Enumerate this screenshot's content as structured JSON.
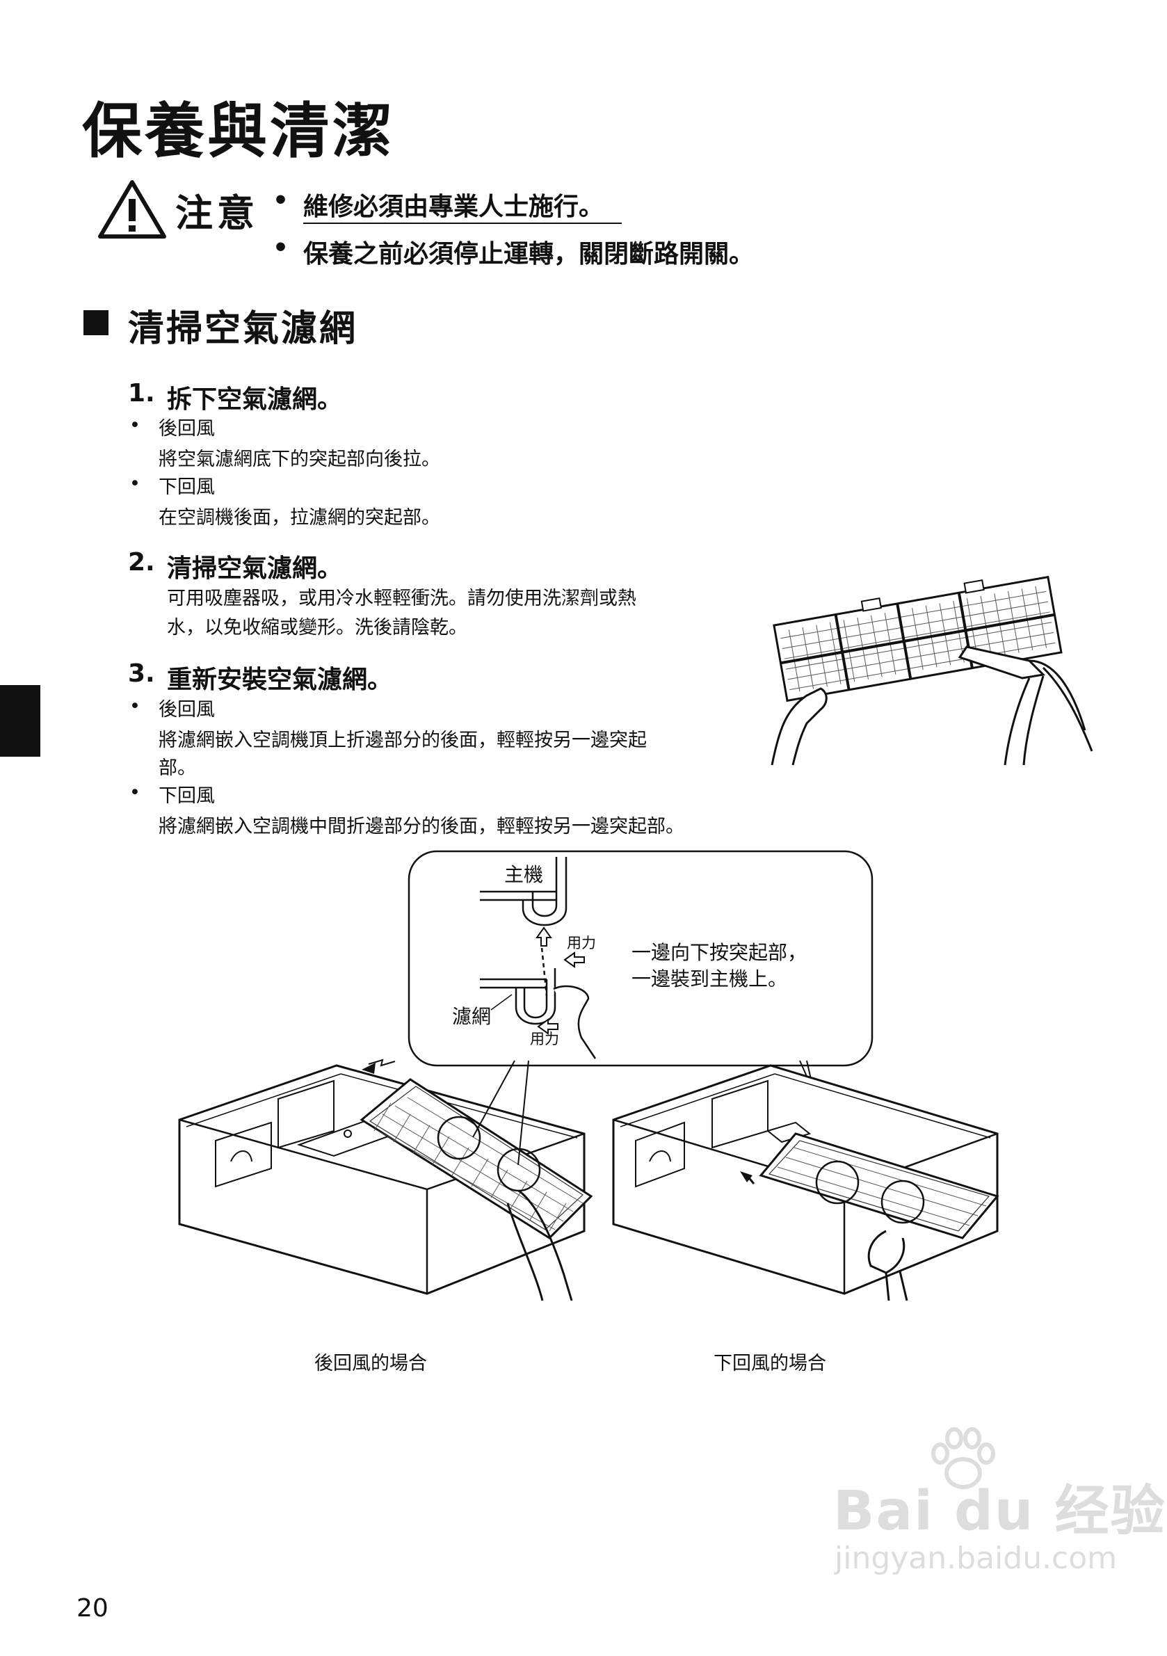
{
  "page": {
    "title": "保養與清潔",
    "page_number": "20"
  },
  "caution": {
    "label": "注意",
    "items": [
      "維修必須由專業人士施行。",
      "保養之前必須停止運轉，關閉斷路開關。"
    ]
  },
  "section": {
    "title": "清掃空氣濾網"
  },
  "steps": [
    {
      "number": "1.",
      "title": "拆下空氣濾網。",
      "bullets": [
        {
          "label": "後回風",
          "text": "將空氣濾網底下的突起部向後拉。"
        },
        {
          "label": "下回風",
          "text": "在空調機後面，拉濾網的突起部。"
        }
      ]
    },
    {
      "number": "2.",
      "title": "清掃空氣濾網。",
      "lines": [
        "可用吸塵器吸，或用冷水輕輕衝洗。請勿使用洗潔劑或熱",
        "水，以免收縮或變形。洗後請陰乾。"
      ]
    },
    {
      "number": "3.",
      "title": "重新安裝空氣濾網。",
      "bullets": [
        {
          "label": "後回風",
          "lines": [
            "將濾網嵌入空調機頂上折邊部分的後面，輕輕按另一邊突起",
            "部。"
          ]
        },
        {
          "label": "下回風",
          "lines": [
            "將濾網嵌入空調機中間折邊部分的後面，輕輕按另一邊突起部。"
          ]
        }
      ]
    }
  ],
  "detail": {
    "main_unit": "主機",
    "filter": "濾網",
    "force_1": "用力",
    "force_2": "用力",
    "instruction": [
      "一邊向下按突起部，",
      "一邊裝到主機上。"
    ]
  },
  "captions": {
    "rear": "後回風的場合",
    "bottom": "下回風的場合"
  },
  "watermark": {
    "logo": "Bai du 经验",
    "url": "jingyan.baidu.com"
  }
}
